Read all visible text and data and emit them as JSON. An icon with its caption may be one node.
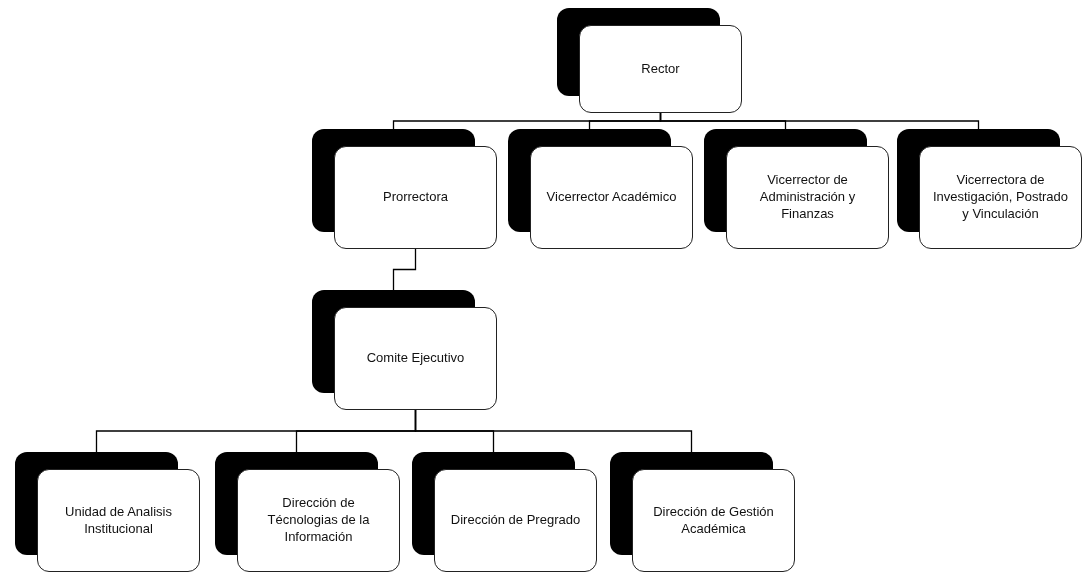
{
  "diagram": {
    "nodes": [
      {
        "text": [
          "Rector"
        ]
      },
      {
        "text": [
          "Prorrectora"
        ]
      },
      {
        "text": [
          "Vicerrector Académico"
        ]
      },
      {
        "text": [
          "Vicerrector de Administración y Finanzas"
        ]
      },
      {
        "text": [
          "Vicerrectora de Investigación, Postrado y Vinculación"
        ]
      },
      {
        "text": [
          "Comite Ejecutivo"
        ]
      },
      {
        "text": [
          "Unidad de Analisis Institucional"
        ]
      },
      {
        "text": [
          "Dirección de Técnologias de la Información"
        ]
      },
      {
        "text": [
          "Dirección de Pregrado"
        ]
      },
      {
        "text": [
          "Dirección de Gestión Académica"
        ]
      }
    ],
    "edges": [
      {
        "from": 0,
        "to": 1,
        "arrow": "none"
      },
      {
        "from": 0,
        "to": 2,
        "arrow": "none"
      },
      {
        "from": 0,
        "to": 3,
        "arrow": "none"
      },
      {
        "from": 0,
        "to": 4,
        "arrow": "none"
      },
      {
        "from": 1,
        "to": 5,
        "arrow": "none"
      },
      {
        "from": 5,
        "to": 6,
        "arrow": "none"
      },
      {
        "from": 5,
        "to": 7,
        "arrow": "none"
      },
      {
        "from": 5,
        "to": 8,
        "arrow": "none"
      },
      {
        "from": 5,
        "to": 9,
        "arrow": "none"
      }
    ]
  }
}
